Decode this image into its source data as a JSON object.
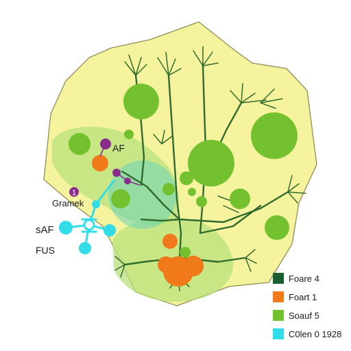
{
  "labels": {
    "af": "AF",
    "gramek": "Gramek",
    "saf": "sAF",
    "fus": "FUS",
    "badge": "1"
  },
  "legend": [
    {
      "label": "Foare 4",
      "color": "#1b5e32"
    },
    {
      "label": "Foart 1",
      "color": "#f07a1a"
    },
    {
      "label": "Soauf 5",
      "color": "#74c12f"
    },
    {
      "label": "C0len 0 1928",
      "color": "#33dde8"
    }
  ],
  "colors": {
    "territory": "#f6f39e",
    "territory_edge": "#8e8e55",
    "branch": "#2f6b2c",
    "node_green": "#74c12f",
    "node_orange": "#f07a1a",
    "node_purple": "#8a2c8e",
    "node_cyan": "#33dde8",
    "zone_green": "#b6e07a",
    "zone_teal": "#5fd1bd"
  }
}
